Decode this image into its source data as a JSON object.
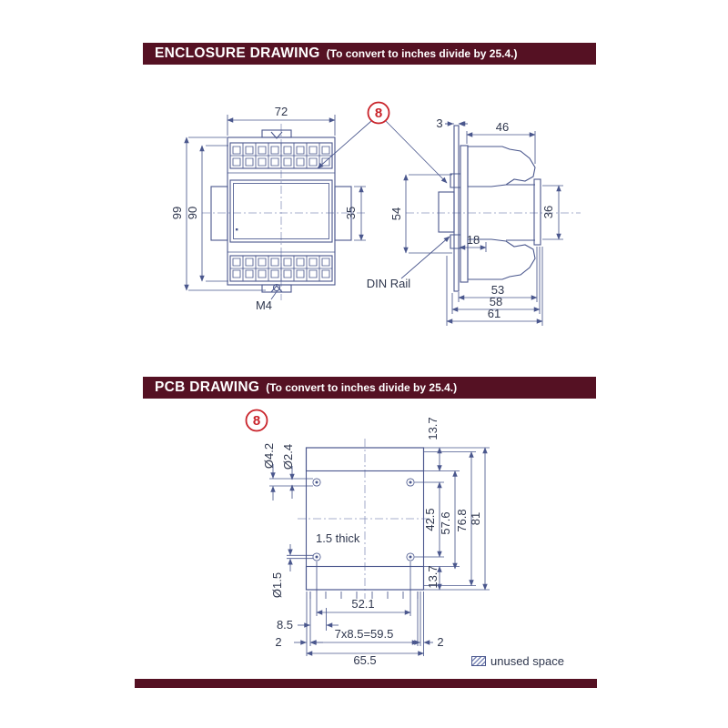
{
  "enclosure_section": {
    "title": "ENCLOSURE DRAWING",
    "subtitle": "(To convert to inches divide by 25.4.)",
    "callout": "8",
    "front_view": {
      "dim_width": "72",
      "dim_height_outer": "99",
      "dim_height_inner": "90",
      "dim_rail_tab": "35",
      "screw_label": "M4"
    },
    "side_view": {
      "dim_rail_thickness": "3",
      "dim_top_depth": "46",
      "dim_rail_height": "54",
      "dim_right_height": "36",
      "dim_inner_depth": "18",
      "dim_depth_1": "53",
      "dim_depth_2": "58",
      "dim_depth_3": "61",
      "din_rail_label": "DIN Rail"
    }
  },
  "pcb_section": {
    "title": "PCB DRAWING",
    "subtitle": "(To convert to inches divide by 25.4.)",
    "callout": "8",
    "note_thickness": "1.5 thick",
    "dims": {
      "hole_outer": "Ø4.2",
      "hole_inner": "Ø2.4",
      "hole_small": "Ø1.5",
      "band_top": "13.7",
      "holes_vertical": "42.5",
      "span_576": "57.6",
      "span_768": "76.8",
      "height": "81",
      "band_bottom": "13.7",
      "holes_horizontal": "52.1",
      "pitch": "8.5",
      "pitch_row": "7x8.5=59.5",
      "edge_left": "2",
      "edge_right": "2",
      "width": "65.5"
    }
  },
  "legend": {
    "label": "unused space"
  },
  "colors": {
    "maroon": "#551123",
    "callout_red": "#c9232a",
    "line_blue": "#4a578d",
    "text_dark": "#2f374e"
  }
}
